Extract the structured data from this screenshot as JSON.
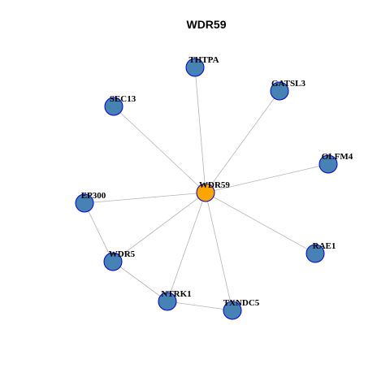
{
  "title": "WDR59",
  "colors": {
    "edge": "#b3b3b3",
    "node_fill": "#4682b4",
    "node_stroke": "#0000cd",
    "center_fill": "#ffa500"
  },
  "nodes": [
    {
      "id": "WDR59",
      "label": "WDR59",
      "center": true
    },
    {
      "id": "THTPA",
      "label": "THTPA"
    },
    {
      "id": "GATSL3",
      "label": "GATSL3"
    },
    {
      "id": "SEC13",
      "label": "SEC13"
    },
    {
      "id": "OLFM4",
      "label": "OLFM4"
    },
    {
      "id": "EP300",
      "label": "EP300"
    },
    {
      "id": "RAE1",
      "label": "RAE1"
    },
    {
      "id": "WDR5",
      "label": "WDR5"
    },
    {
      "id": "NTRK1",
      "label": "NTRK1"
    },
    {
      "id": "TXNDC5",
      "label": "TXNDC5"
    }
  ],
  "edges": [
    [
      "WDR59",
      "THTPA"
    ],
    [
      "WDR59",
      "GATSL3"
    ],
    [
      "WDR59",
      "SEC13"
    ],
    [
      "WDR59",
      "OLFM4"
    ],
    [
      "WDR59",
      "EP300"
    ],
    [
      "WDR59",
      "RAE1"
    ],
    [
      "WDR59",
      "WDR5"
    ],
    [
      "WDR59",
      "NTRK1"
    ],
    [
      "WDR59",
      "TXNDC5"
    ],
    [
      "EP300",
      "WDR5"
    ],
    [
      "WDR5",
      "NTRK1"
    ],
    [
      "NTRK1",
      "TXNDC5"
    ]
  ]
}
